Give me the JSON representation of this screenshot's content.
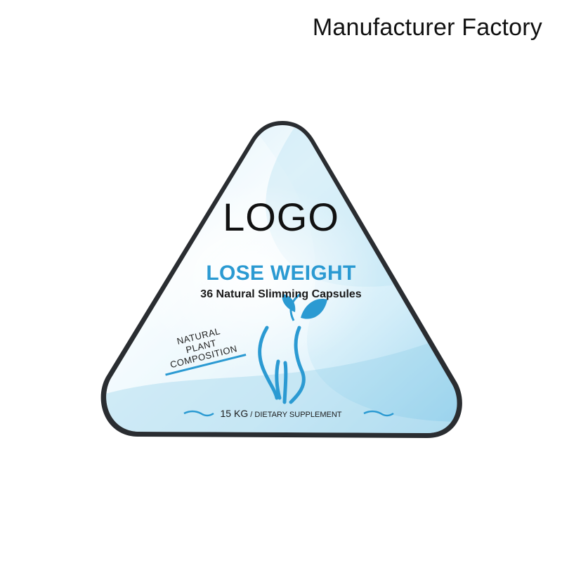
{
  "header": {
    "title": "Manufacturer Factory"
  },
  "package": {
    "logo_text": "LOGO",
    "headline": "LOSE WEIGHT",
    "subheadline": "36 Natural Slimming Capsules",
    "badge_lines": [
      "NATURAL",
      "PLANT",
      "COMPOSITION"
    ],
    "footer_weight": "15 KG",
    "footer_separator": " / ",
    "footer_text": "DIETARY SUPPLEMENT"
  },
  "colors": {
    "accent": "#2b9ad2",
    "tin_border": "#1b1d20",
    "label_light": "#eaf6fc",
    "label_mid": "#b9e2f4"
  },
  "icons": [
    "body-silhouette-icon",
    "leaf-icon",
    "wave-icon"
  ]
}
